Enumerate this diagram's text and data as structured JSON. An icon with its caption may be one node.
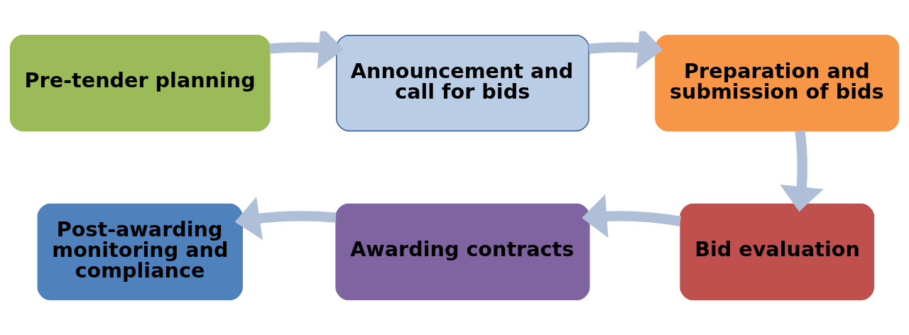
{
  "diagram": {
    "nodes": [
      {
        "text": [
          "Pre-tender planning"
        ]
      },
      {
        "text": [
          "Announcement and call for bids"
        ]
      },
      {
        "text": [
          "Preparation and submission of bids"
        ]
      },
      {
        "text": [
          "Bid evaluation"
        ]
      },
      {
        "text": [
          "Awarding contracts"
        ]
      },
      {
        "text": [
          "Post-awarding monitoring and compliance"
        ]
      }
    ],
    "edges": [
      {
        "from": 0,
        "to": 1,
        "arrow": "to"
      },
      {
        "from": 1,
        "to": 2,
        "arrow": "to"
      },
      {
        "from": 2,
        "to": 3,
        "arrow": "to"
      },
      {
        "from": 3,
        "to": 4,
        "arrow": "to"
      },
      {
        "from": 4,
        "to": 5,
        "arrow": "to"
      }
    ]
  }
}
